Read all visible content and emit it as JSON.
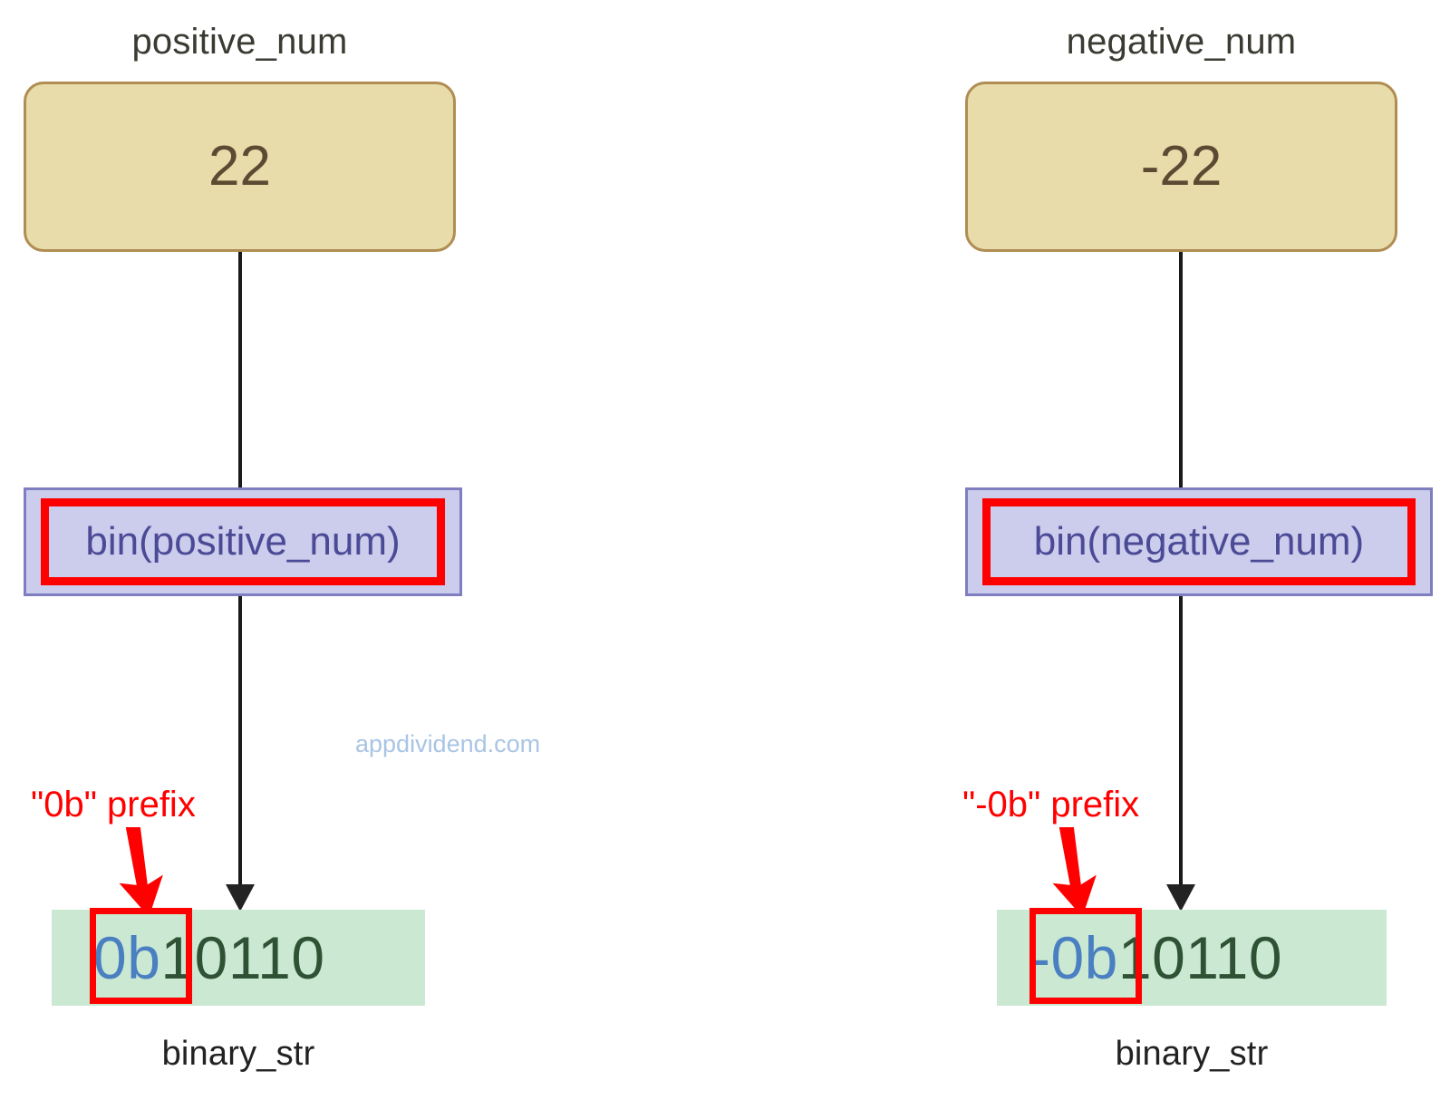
{
  "diagram": {
    "title_note": "Python bin() prefix comparison diagram",
    "watermark": "appdividend.com",
    "colors": {
      "tan_fill": "#e7dcaa",
      "tan_border": "#b08d53",
      "lavender_fill": "#ccccec",
      "lavender_border": "#7e7ec0",
      "green_fill": "#cbe8d2",
      "highlight_red": "#ff0000",
      "prefix_blue": "#4a7fc1",
      "binary_green": "#2f5235",
      "connector_black": "#1a1a1a",
      "watermark_blue": "#a9c4e4"
    }
  },
  "columns": [
    {
      "id": "positive",
      "var_caption": "positive_num",
      "value": "22",
      "call_label": "bin(positive_num)",
      "annotation": "\"0b\" prefix",
      "result_prefix": "0b",
      "result_body": "10110",
      "result_caption": "binary_str"
    },
    {
      "id": "negative",
      "var_caption": "negative_num",
      "value": "-22",
      "call_label": "bin(negative_num)",
      "annotation": "\"-0b\" prefix",
      "result_prefix": "-0b",
      "result_body": "10110",
      "result_caption": "binary_str"
    }
  ],
  "icons": {
    "down_arrow": "arrow-down-icon",
    "annotation_arrow": "red-annotation-arrow-icon"
  }
}
